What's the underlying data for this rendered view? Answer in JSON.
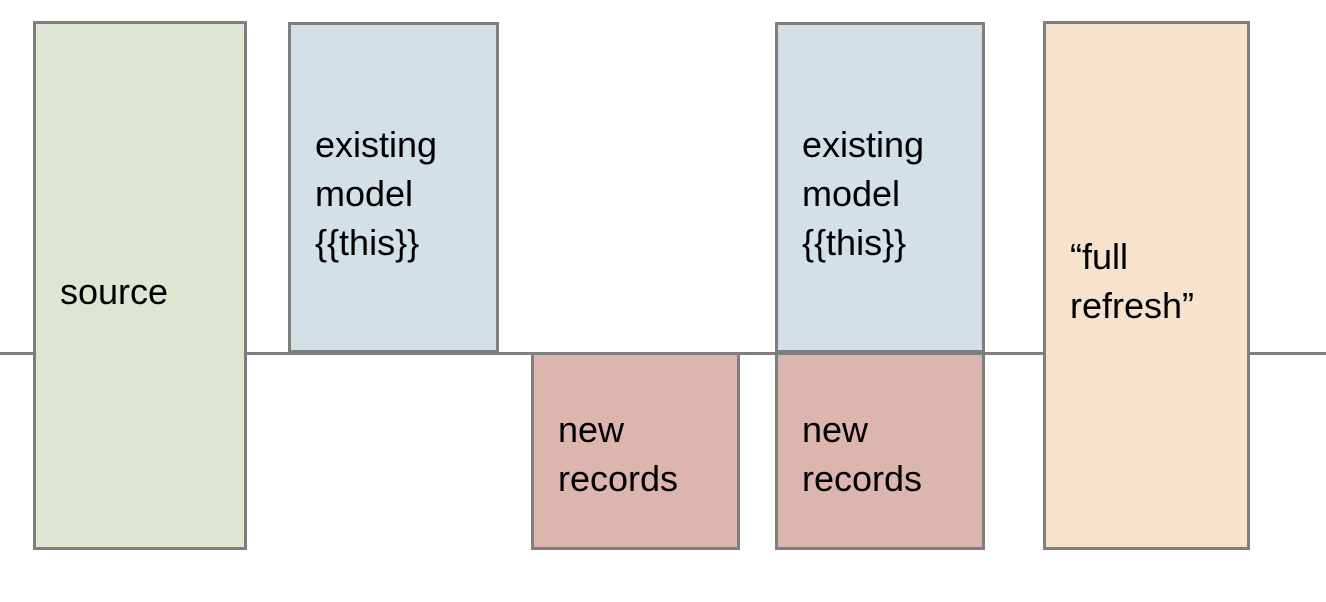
{
  "diagram": {
    "title": "incremental model full refresh diagram",
    "baseline": {
      "name": "horizontal-divider"
    },
    "colors": {
      "green": "#dde5d3",
      "blue": "#d3e0e5",
      "red": "#dcb5ae",
      "orange": "#f7e3cd",
      "border": "#7f7f7f",
      "text": "#000000",
      "background": "#ffffff"
    },
    "boxes": [
      {
        "id": "source",
        "label": "source"
      },
      {
        "id": "existing_1",
        "label": "existing\nmodel\n{{this}}"
      },
      {
        "id": "new_1",
        "label": "new\nrecords"
      },
      {
        "id": "existing_2",
        "label": "existing\nmodel\n{{this}}"
      },
      {
        "id": "new_2",
        "label": "new\nrecords"
      },
      {
        "id": "full_refresh",
        "label": "“full\nrefresh”"
      }
    ]
  }
}
